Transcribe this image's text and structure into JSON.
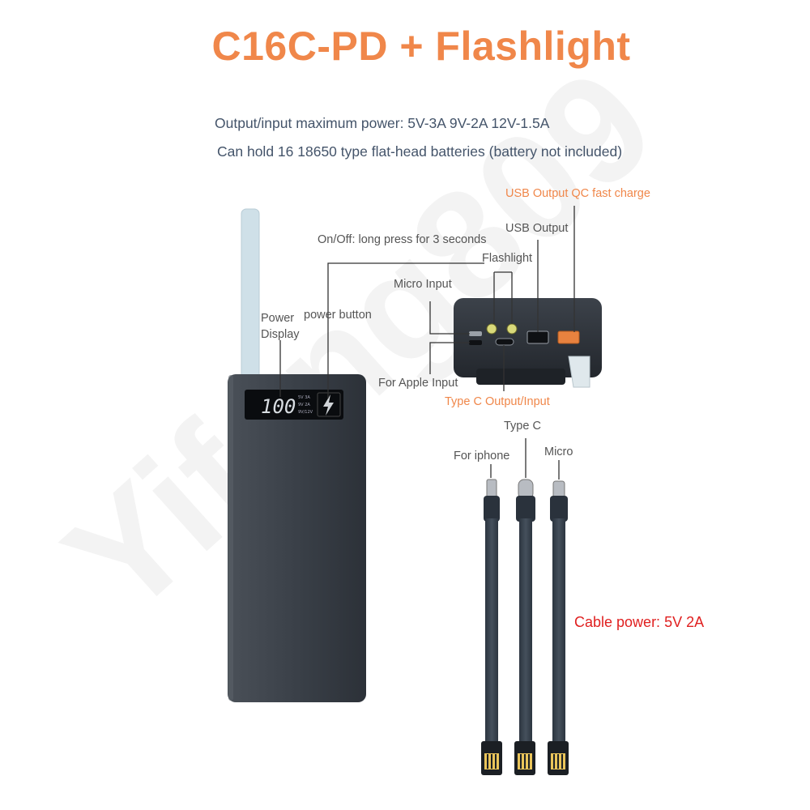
{
  "title": "C16C-PD + Flashlight",
  "specs": {
    "power": "Output/input maximum power: 5V-3A 9V-2A 12V-1.5A",
    "capacity": "Can hold 16 18650 type flat-head batteries (battery not included)"
  },
  "watermark": "Yifeng809",
  "labels": {
    "usb_qc": "USB Output QC fast charge",
    "usb_output": "USB Output",
    "on_off": "On/Off: long press for 3 seconds",
    "flashlight": "Flashlight",
    "micro_input": "Micro Input",
    "power_display_1": "Power",
    "power_display_2": "Display",
    "power_button": "power button",
    "apple_input": "For Apple Input",
    "typec_io": "Type C Output/Input",
    "cable_typec": "Type C",
    "cable_iphone": "For iphone",
    "cable_micro": "Micro",
    "cable_power_prefix": "Cable power: ",
    "cable_power_value": "5V 2A"
  },
  "display": {
    "digits": "100",
    "modes": [
      "5V 3A",
      "9V 2A",
      "9V/12V"
    ]
  },
  "colors": {
    "title": "#f0874a",
    "spec_text": "#44546a",
    "accent_orange": "#f0874a",
    "accent_red": "#e02020",
    "device_body": "#3a4048"
  }
}
